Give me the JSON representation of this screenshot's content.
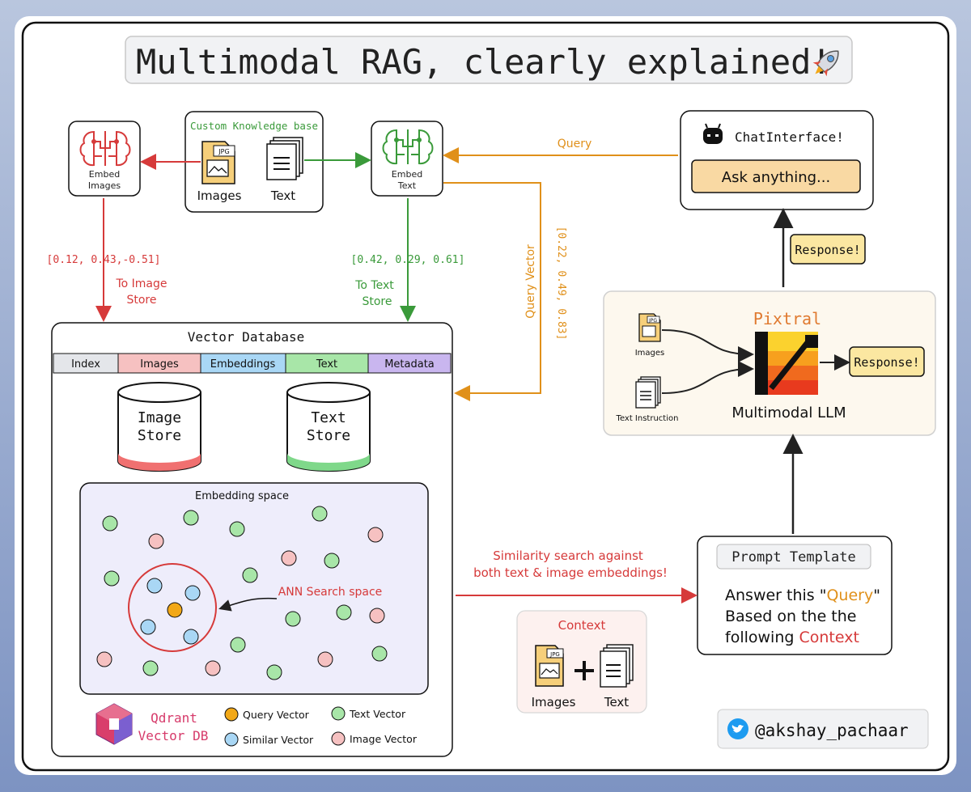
{
  "title": "Multimodal RAG, clearly explained!",
  "knowledge_base": {
    "label": "Custom Knowledge base",
    "images": "Images",
    "text": "Text",
    "jpg": "JPG"
  },
  "embed_images": {
    "line1": "Embed",
    "line2": "Images"
  },
  "embed_text": {
    "line1": "Embed",
    "line2": "Text"
  },
  "image_vector": "[0.12, 0.43,-0.51]",
  "to_image_store": {
    "line1": "To Image",
    "line2": "Store"
  },
  "text_vector": "[0.42, 0.29, 0.61]",
  "to_text_store": {
    "line1": "To Text",
    "line2": "Store"
  },
  "query_label": "Query",
  "query_vector_label": "Query Vector",
  "query_vector_values": "[0.22, 0.49, 0.83]",
  "chat": {
    "title": "ChatInterface!",
    "placeholder": "Ask anything..."
  },
  "response_top": "Response!",
  "pixtral": {
    "title": "Pixtral",
    "images": "Images",
    "text_instruction": "Text Instruction",
    "llm": "Multimodal LLM",
    "response": "Response!",
    "jpg": "JPG"
  },
  "vector_db": {
    "title": "Vector Database",
    "columns": [
      "Index",
      "Images",
      "Embeddings",
      "Text",
      "Metadata"
    ],
    "image_store": {
      "line1": "Image",
      "line2": "Store"
    },
    "text_store": {
      "line1": "Text",
      "line2": "Store"
    },
    "embedding_space": "Embedding space",
    "ann": "ANN Search space"
  },
  "qdrant": {
    "line1": "Qdrant",
    "line2": "Vector DB"
  },
  "legend": {
    "query": "Query Vector",
    "similar": "Similar Vector",
    "text": "Text Vector",
    "image": "Image Vector"
  },
  "similarity": {
    "line1": "Similarity search against",
    "line2": "both text & image embeddings!"
  },
  "context": {
    "title": "Context",
    "images": "Images",
    "text": "Text",
    "jpg": "JPG"
  },
  "prompt": {
    "title": "Prompt Template",
    "line1a": "Answer this \"",
    "query": "Query",
    "line1b": "\"",
    "line2": "Based on the the",
    "line3a": "following ",
    "context": "Context"
  },
  "handle": "@akshay_pachaar",
  "colors": {
    "green": "#3a9a3a",
    "red": "#d63a3a",
    "orange": "#e0901a",
    "text_dot": "#a8e6a8",
    "image_dot": "#f6c1c1",
    "similar_dot": "#a9d7f5",
    "query_dot": "#f2a817"
  }
}
